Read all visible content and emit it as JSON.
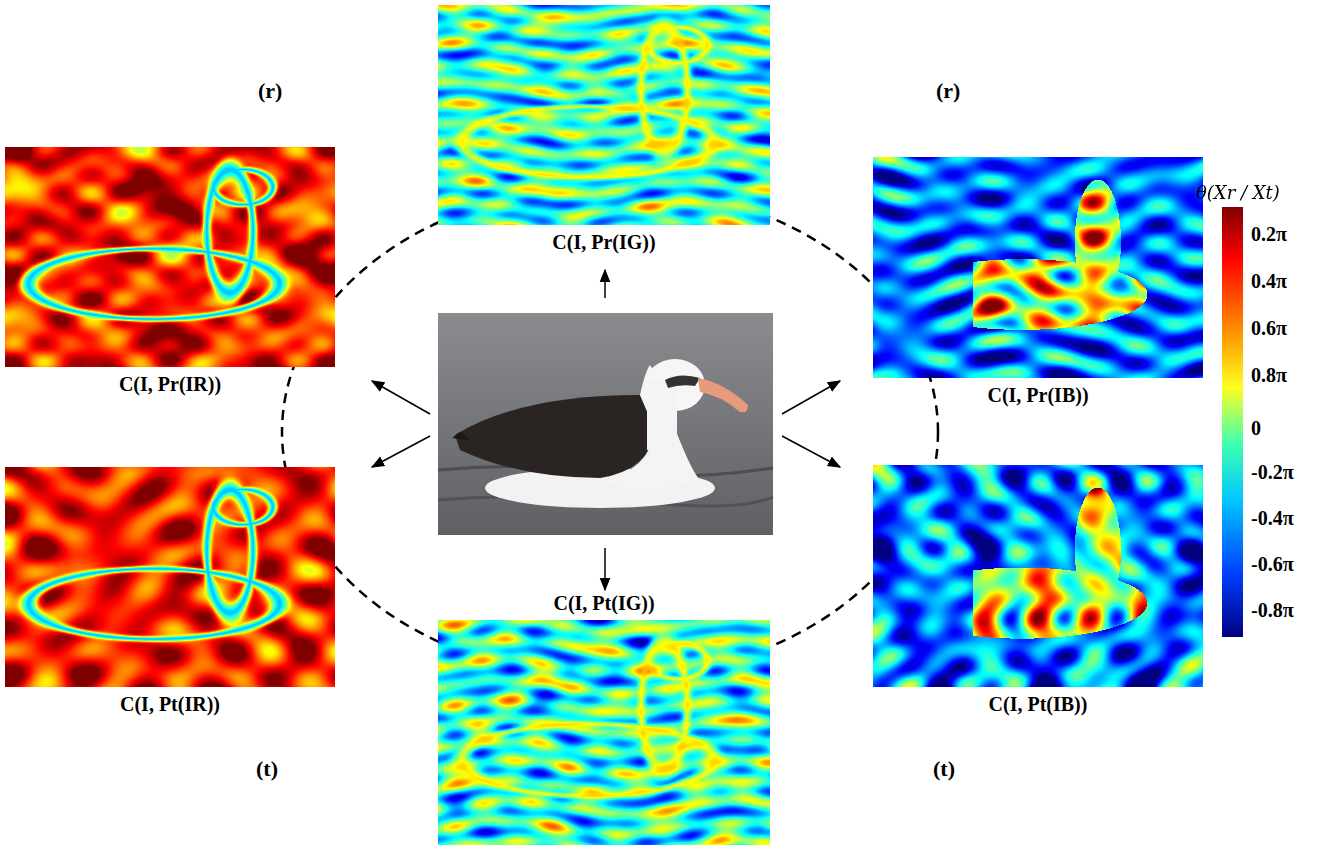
{
  "diagram": {
    "nodes": [
      {
        "text": [
          "C(I, Pr(IG))"
        ]
      },
      {
        "text": [
          "C(I, Pr(IR))"
        ]
      },
      {
        "text": [
          "C(I, Pr(IB))"
        ]
      },
      {
        "text": [
          "C(I, Pt(IR))"
        ]
      },
      {
        "text": [
          "C(I, Pt(IB))"
        ]
      },
      {
        "text": [
          "C(I, Pt(IG))"
        ]
      }
    ],
    "labels": [
      "(r)",
      "(r)",
      "(t)",
      "(t)",
      "θ(Xr / Xt)",
      "0.2π",
      "0.4π",
      "0.6π",
      "0.8π",
      "0",
      "-0.2π",
      "-0.4π",
      "-0.6π",
      "-0.8π"
    ]
  }
}
